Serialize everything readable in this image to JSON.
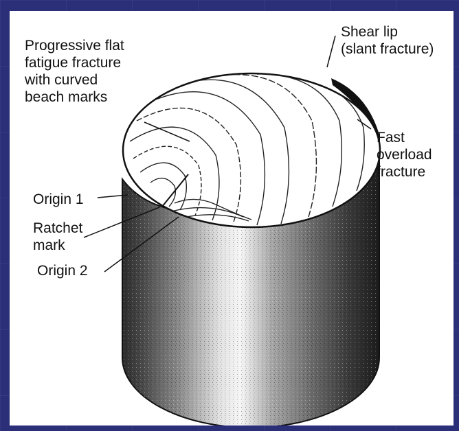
{
  "labels": {
    "progressive": "Progressive flat\nfatigue fracture\nwith curved\nbeach marks",
    "shear_lip": "Shear lip\n(slant fracture)",
    "fast_overload": "Fast\noverload\nfracture",
    "origin1": "Origin 1",
    "ratchet": "Ratchet\nmark",
    "origin2": "Origin 2"
  }
}
